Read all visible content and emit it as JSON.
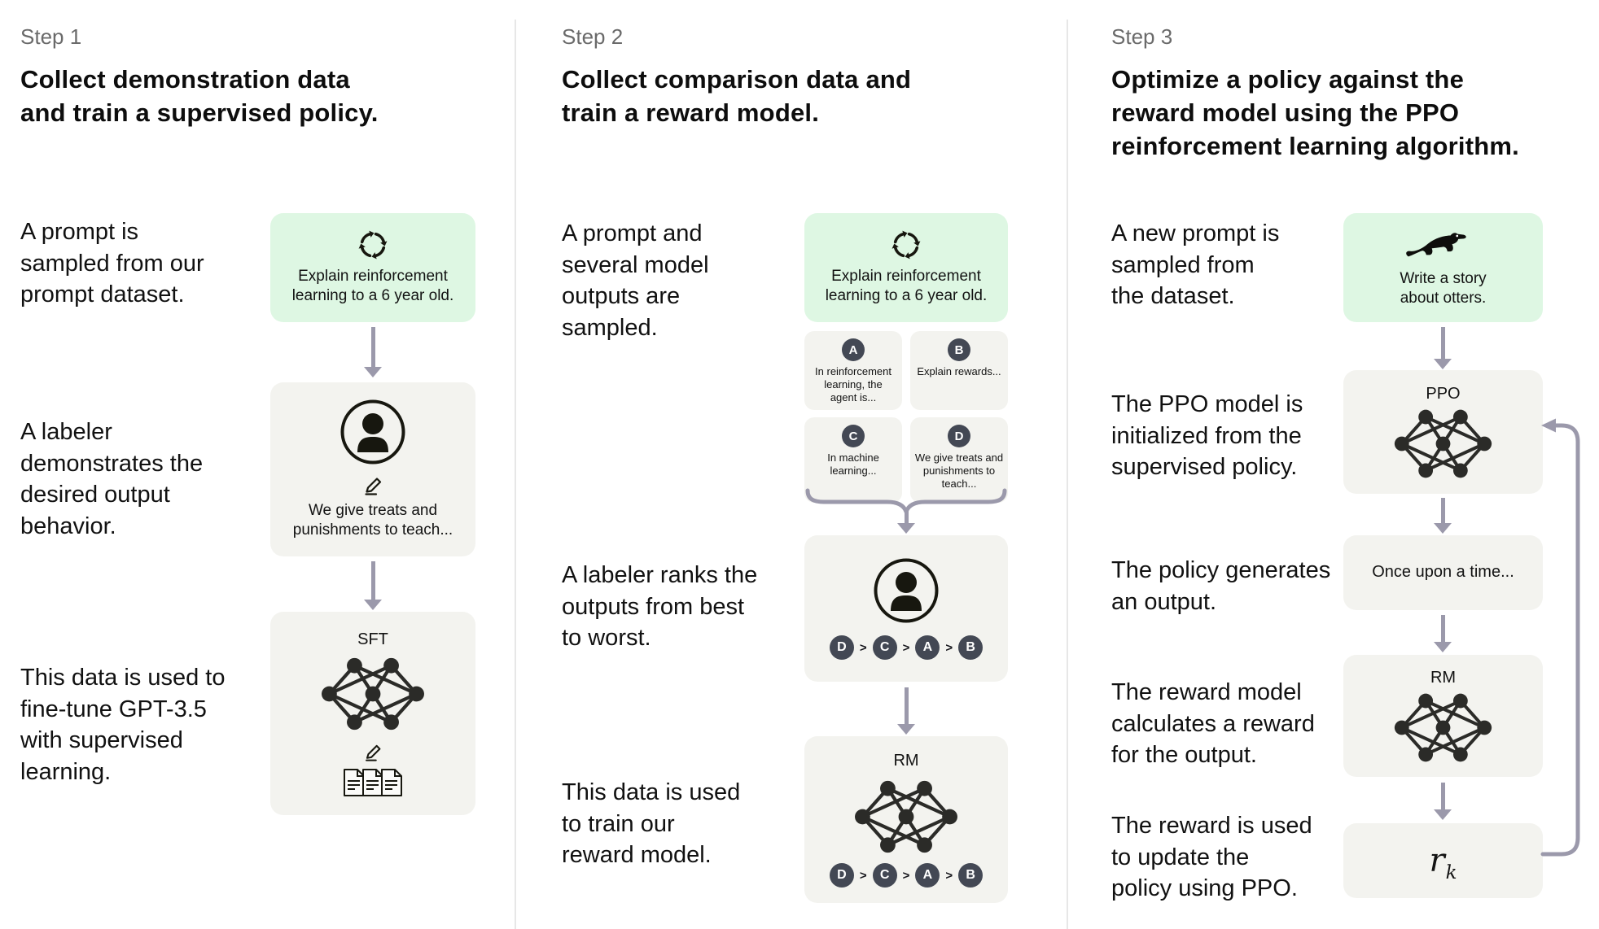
{
  "colors": {
    "prompt_box": "#def7e3",
    "panel_box": "#f3f3ef",
    "badge": "#434854",
    "badge_text": "#ffffff",
    "arrow": "#9b99ab",
    "divider": "#e7e7e7",
    "heading": "#0d0d0d",
    "body": "#111111",
    "muted": "#6a6a6a",
    "icon": "#17170f",
    "net": "#2b2b28",
    "sep": "#17171d"
  },
  "step1": {
    "label": "Step 1",
    "heading": "Collect demonstration data\nand train a supervised policy.",
    "captions": [
      "A prompt is\nsampled from our\nprompt dataset.",
      "A labeler\ndemonstrates the\ndesired output\nbehavior.",
      "This data is used to\nfine-tune GPT-3.5\nwith supervised\nlearning."
    ],
    "prompt_text": "Explain reinforcement\nlearning to a 6 year old.",
    "demo_text": "We give treats and\npunishments to teach...",
    "model_label": "SFT"
  },
  "step2": {
    "label": "Step 2",
    "heading": "Collect comparison data and\ntrain a reward model.",
    "captions": [
      "A prompt and\nseveral model\noutputs are\nsampled.",
      "A labeler ranks the\noutputs from best\nto worst.",
      "This data is used\nto train our\nreward model."
    ],
    "prompt_text": "Explain reinforcement\nlearning to a 6 year old.",
    "answers": [
      {
        "letter": "A",
        "text": "In reinforcement\nlearning, the\nagent is..."
      },
      {
        "letter": "B",
        "text": "Explain rewards..."
      },
      {
        "letter": "C",
        "text": "In machine\nlearning..."
      },
      {
        "letter": "D",
        "text": "We give treats and\npunishments to\nteach..."
      }
    ],
    "ranking": [
      "D",
      "C",
      "A",
      "B"
    ],
    "ranking_separator": ">",
    "model_label": "RM"
  },
  "step3": {
    "label": "Step 3",
    "heading": "Optimize a policy against the\nreward model using the PPO\nreinforcement learning algorithm.",
    "captions": [
      "A new prompt is\nsampled from\nthe dataset.",
      "The PPO model is\ninitialized from the\nsupervised policy.",
      "The policy generates\nan output.",
      "The reward model\ncalculates a reward\nfor the output.",
      "The reward is used\nto update the\npolicy using PPO."
    ],
    "prompt_text": "Write a story\nabout otters.",
    "ppo_label": "PPO",
    "output_text": "Once upon a time...",
    "rm_label": "RM",
    "reward_base": "r",
    "reward_sub": "k"
  }
}
